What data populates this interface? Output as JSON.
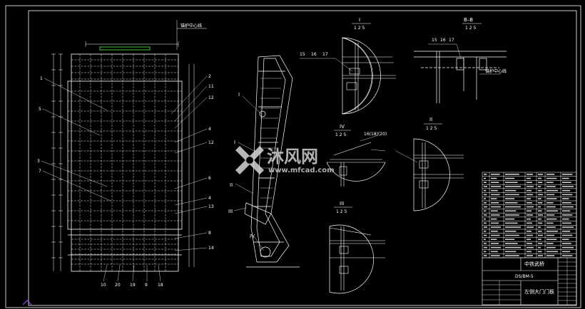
{
  "drawing": {
    "view_labels": {
      "detail_I": "I",
      "detail_I_scale": "1 2 5",
      "section_bb": "B–B",
      "section_bb_scale": "1 2 5",
      "detail_II": "II",
      "detail_II_scale": "1 2 5",
      "detail_III": "III",
      "detail_III_scale": "1 2 5",
      "detail_IV": "IV",
      "detail_IV_scale": "1 2 5"
    },
    "callouts_detail_I": [
      "15",
      "16",
      "17"
    ],
    "callouts_section_bb": [
      "15",
      "16",
      "17"
    ],
    "weld_note_iv": "16(18)(20)",
    "leader_note_bb": "锚护中心线",
    "top_note": "锚护中心线",
    "front_callouts_left": [
      "1",
      "5",
      "3",
      "7"
    ],
    "front_callouts_right": [
      "2",
      "11",
      "12",
      "4",
      "12",
      "6",
      "4",
      "13",
      "8",
      "14"
    ],
    "front_callouts_bottom": [
      "10",
      "20",
      "19",
      "9",
      "18"
    ],
    "side_roman": [
      "I",
      "I",
      "II",
      "III",
      "IV"
    ],
    "titleblock": {
      "title": "左侧大门门板",
      "drawing_no": "DS/BM-5",
      "company": "中铁武桥"
    },
    "watermark": {
      "cn": "沐风网",
      "url": "www.mfcad.com"
    }
  }
}
